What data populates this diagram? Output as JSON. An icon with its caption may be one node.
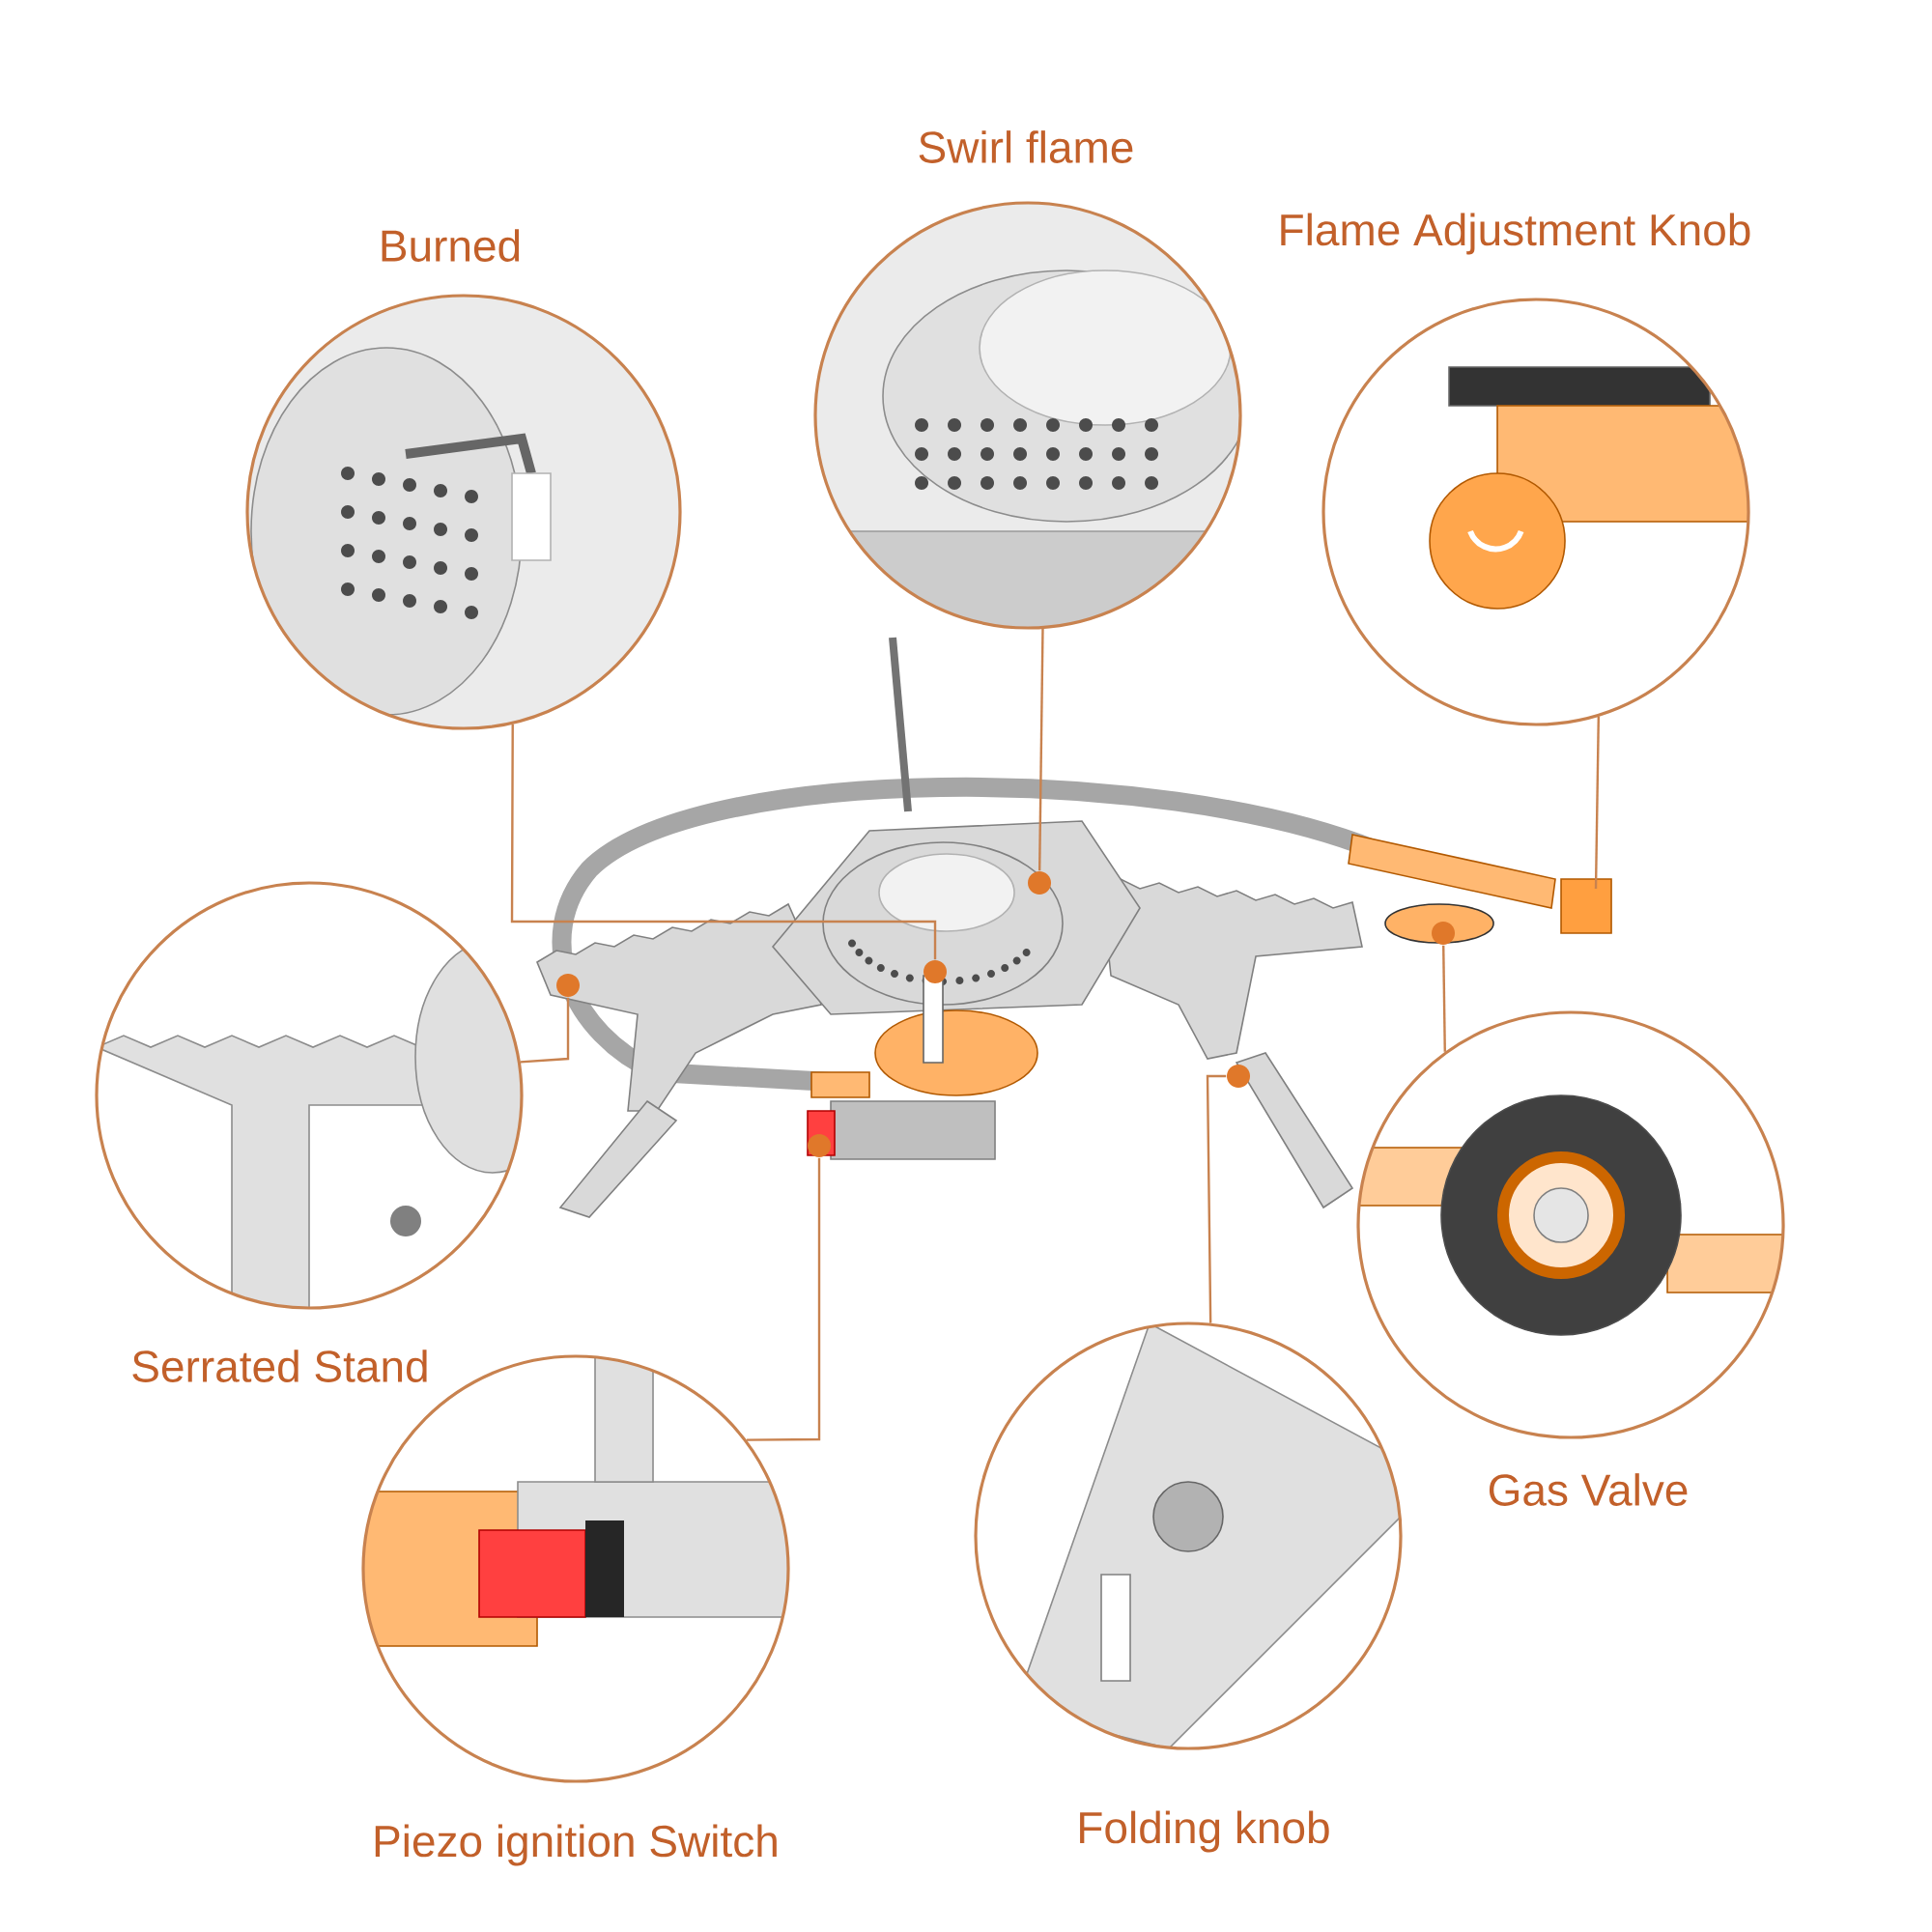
{
  "diagram": {
    "nodes": [
      {
        "text": [
          "Burned"
        ]
      },
      {
        "text": [
          "Swirl flame"
        ]
      },
      {
        "text": [
          "Flame Adjustment Knob"
        ]
      },
      {
        "text": [
          "Serrated Stand"
        ]
      },
      {
        "text": [
          "Gas Valve"
        ]
      },
      {
        "text": [
          "Piezo ignition Switch"
        ]
      },
      {
        "text": [
          "Folding knob"
        ]
      },
      {
        "text": [],
        "shape": "circle"
      },
      {
        "text": [],
        "shape": "circle"
      },
      {
        "text": [],
        "shape": "circle"
      },
      {
        "text": [],
        "shape": "circle"
      },
      {
        "text": [],
        "shape": "circle"
      },
      {
        "text": [],
        "shape": "circle"
      }
    ],
    "edges": [
      {
        "from": 0,
        "to": 9,
        "arrow": "none"
      },
      {
        "from": 1,
        "to": 10,
        "arrow": "none"
      },
      {
        "from": 2,
        "to": null,
        "arrow": "none"
      },
      {
        "from": 3,
        "to": 7,
        "arrow": "none"
      },
      {
        "from": 4,
        "to": 12,
        "arrow": "none"
      },
      {
        "from": 5,
        "to": 8,
        "arrow": "none"
      },
      {
        "from": 6,
        "to": 11,
        "arrow": "none"
      }
    ]
  }
}
